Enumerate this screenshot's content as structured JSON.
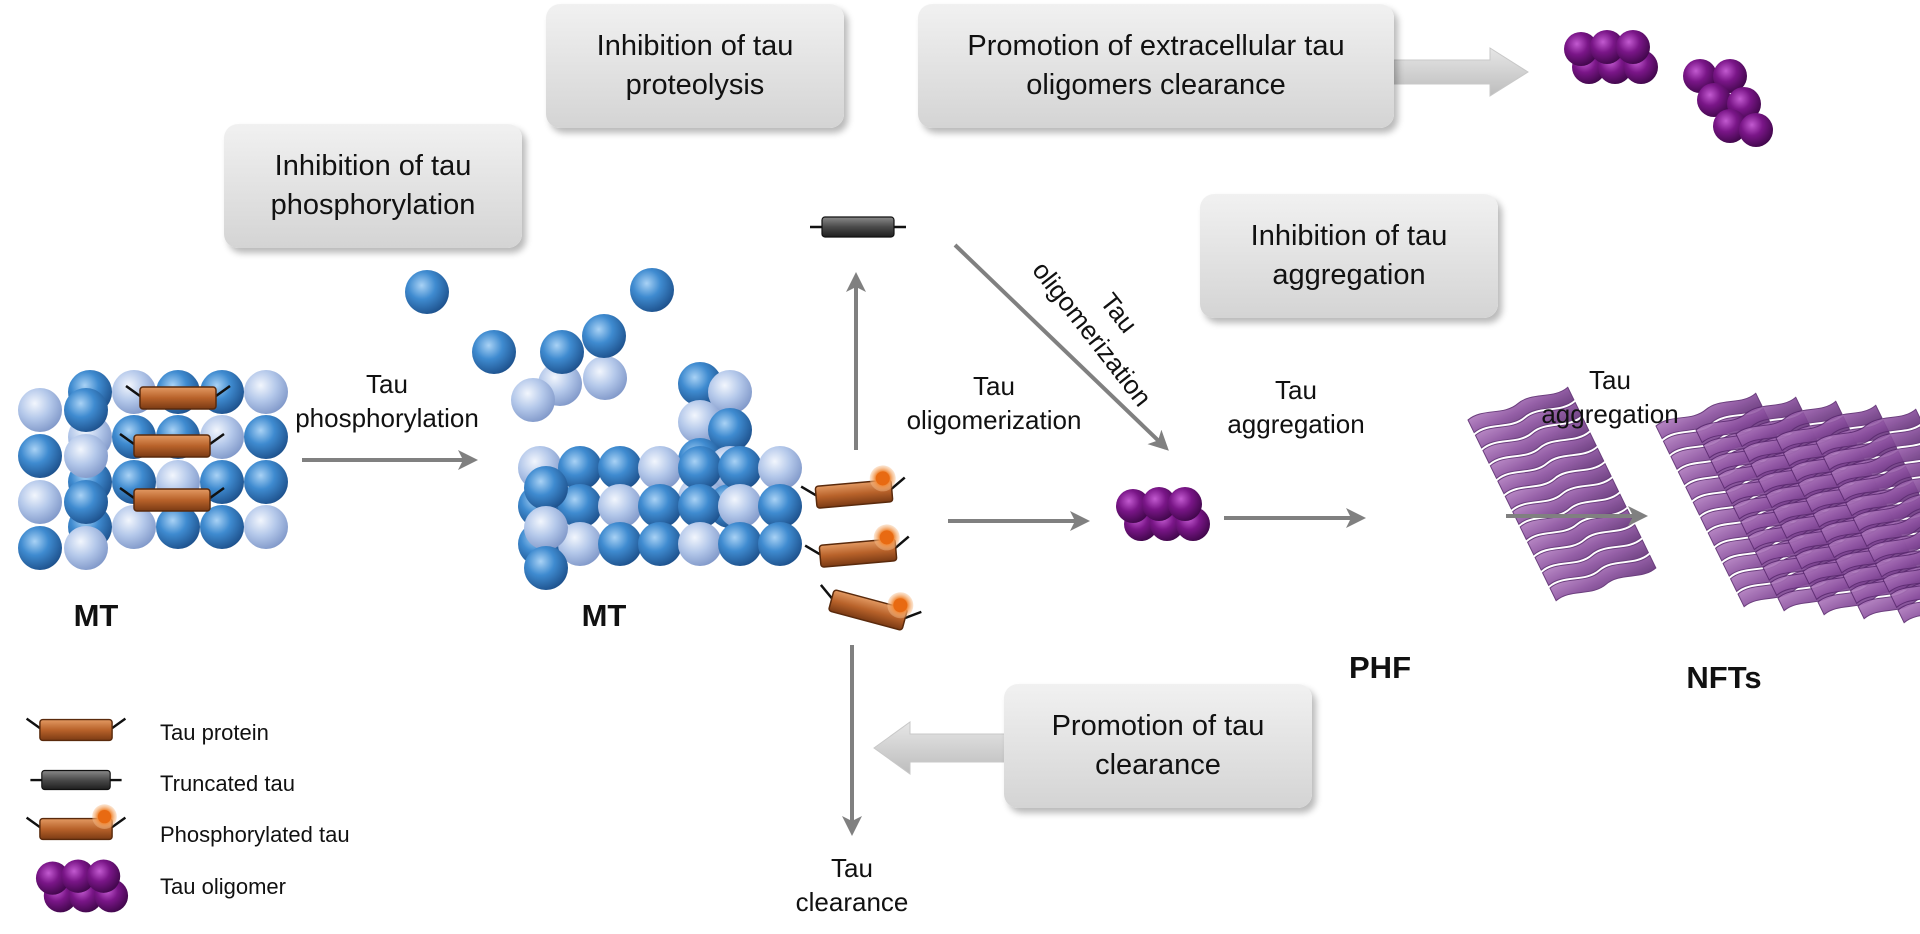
{
  "intervention_boxes": {
    "phosphorylation": "Inhibition of tau\nphosphorylation",
    "proteolysis": "Inhibition of tau\nproteolysis",
    "extracellular": "Promotion of extracellular tau\noligomers clearance",
    "aggregation": "Inhibition of tau\naggregation",
    "clearance": "Promotion of tau\nclearance"
  },
  "process_labels": {
    "phosphorylation": "Tau\nphosphorylation",
    "oligomerization_diagonal": "Tau\noligomerization",
    "oligomerization": "Tau\noligomerization",
    "aggregation_1": "Tau\naggregation",
    "aggregation_2": "Tau\naggregation",
    "clearance": "Tau\nclearance"
  },
  "structure_labels": {
    "mt_left": "MT",
    "mt_right": "MT",
    "phf": "PHF",
    "nfts": "NFTs"
  },
  "legend": [
    {
      "icon": "tau-protein",
      "label": "Tau protein"
    },
    {
      "icon": "truncated-tau",
      "label": "Truncated tau"
    },
    {
      "icon": "phosphorylated-tau",
      "label": "Phosphorylated tau"
    },
    {
      "icon": "tau-oligomer",
      "label": "Tau oligomer"
    }
  ],
  "colors": {
    "tau": "#b8622a",
    "truncated": "#4a4a4a",
    "phospho": "#e8731e",
    "oligomer": "#6a0f78",
    "fibril": "#8a4f9e",
    "mt_dark": "#2e75b6",
    "mt_light": "#a9c1e8",
    "arrow": "#808080"
  }
}
